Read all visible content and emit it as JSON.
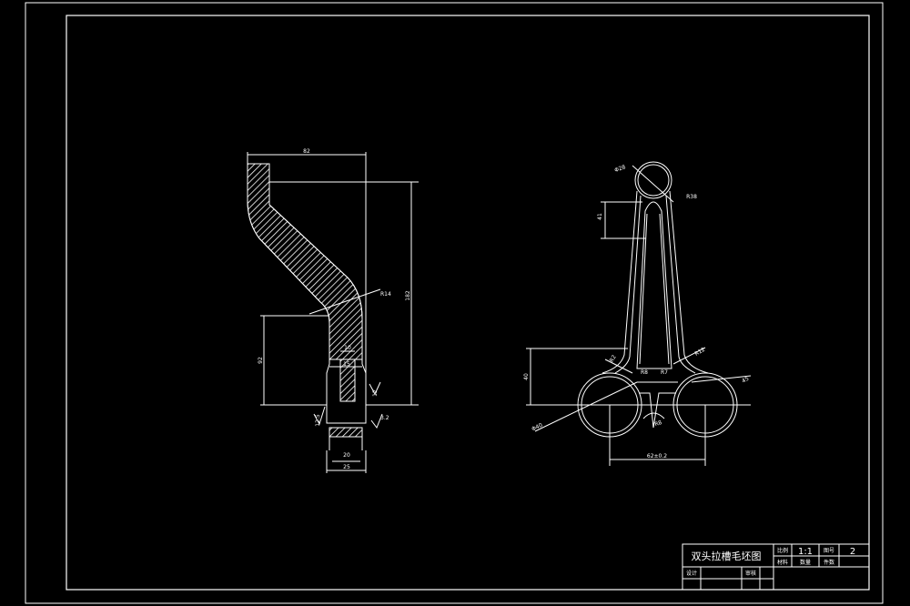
{
  "colors": {
    "background": "#000000",
    "line": "#ffffff",
    "dimension": "#ffffff",
    "section_fill": "#ffffff"
  },
  "side_view": {
    "dims": {
      "top_width": "82",
      "total_height": "182",
      "lower_height": "92",
      "bend_radius": "R14",
      "web_thickness": "10",
      "neck_width": "15",
      "base_inner_width": "20",
      "base_outer_width": "25",
      "roughness_left": "12.5",
      "roughness_right": "3.2",
      "chamfer_label": "12"
    }
  },
  "front_view": {
    "dims": {
      "top_diameter": "Φ28",
      "top_radius": "R38",
      "slot_length": "41",
      "left_radius": "R2",
      "right_radius": "R12",
      "fillet_b": "R8",
      "fillet_c": "R7",
      "bottom_height": "40",
      "bottom_diameter": "Φ40",
      "bottom_radius": "R8",
      "right_small_dim": "45",
      "center_distance": "62±0.2"
    }
  },
  "title_block": {
    "title": "双头拉槽毛坯图",
    "scale_label": "比例",
    "scale_value": "1:1",
    "sheet_label": "图号",
    "sheet_value": "2",
    "material_label": "材料",
    "quantity_label": "数量",
    "count_label": "件数",
    "designer_label": "设计",
    "reviewer_label": "审核"
  }
}
